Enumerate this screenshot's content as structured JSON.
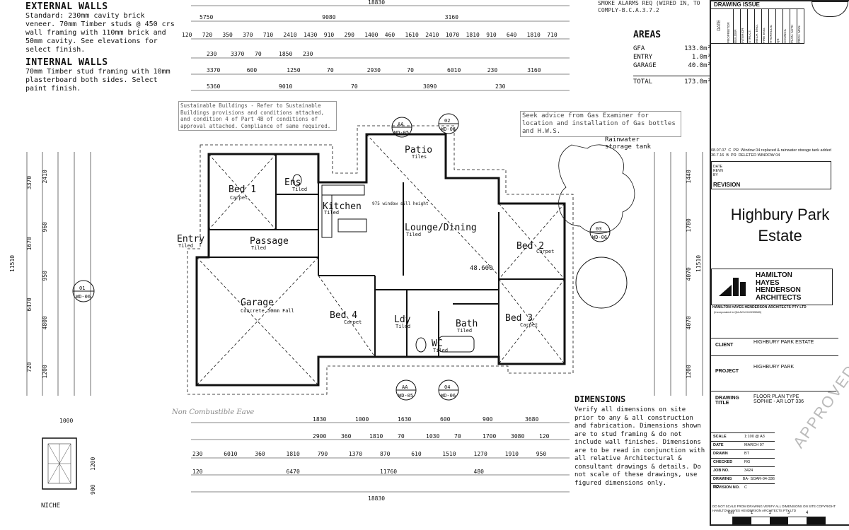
{
  "notes": {
    "external_title": "EXTERNAL WALLS",
    "external_text": "Standard: 230mm cavity brick veneer. 70mm Timber studs @ 450 crs wall framing with 110mm brick and 50mm cavity. See elevations for select finish.",
    "internal_title": "INTERNAL WALLS",
    "internal_text": "70mm Timber stud framing with 10mm plasterboard both sides. Select paint finish.",
    "smoke": "SMOKE ALARMS REQ (WIRED IN, TO COMPLY-B.C.A.3.7.2",
    "sustainable": "Sustainable Buildings - Refer to Sustainable Buildings provisions and conditions attached, and condition 4 of Part 4B of conditions of approval attached. Compliance of same required.",
    "gas": "Seek advice from Gas Examiner for location and installation of Gas bottles and H.W.S.",
    "rainwater": "Rainwater storage tank",
    "non_combustible": "Non Combustible Eave",
    "niche": "NICHE",
    "window_sill": "975 window sill height"
  },
  "areas": {
    "title": "AREAS",
    "rows": [
      {
        "label": "GFA",
        "value": "133.0m²"
      },
      {
        "label": "ENTRY",
        "value": "1.0m²"
      },
      {
        "label": "GARAGE",
        "value": "40.0m²"
      },
      {
        "label": "TOTAL",
        "value": "173.0m²"
      }
    ]
  },
  "dimensions_note": {
    "title": "DIMENSIONS",
    "text": "Verify all dimensions on site prior to any & all construction and fabrication. Dimensions shown are to stud framing & do not include wall finishes. Dimensions are to be read in conjunction with all relative Architectural & consultant drawings & details. Do not scale of these drawings, use figured dimensions only."
  },
  "rooms": [
    {
      "name": "Bed 1",
      "sub": "Carpet"
    },
    {
      "name": "Ens",
      "sub": "Tiled"
    },
    {
      "name": "Kitchen",
      "sub": "Tiled"
    },
    {
      "name": "Patio",
      "sub": "Tiles"
    },
    {
      "name": "Lounge/Dining",
      "sub": "Tiled"
    },
    {
      "name": "Bed 2",
      "sub": "Carpet"
    },
    {
      "name": "Entry",
      "sub": "Tiled"
    },
    {
      "name": "Passage",
      "sub": "Tiled"
    },
    {
      "name": "Garage",
      "sub": "Concrete 50mm Fall"
    },
    {
      "name": "Bed 4",
      "sub": "Carpet"
    },
    {
      "name": "Ldy",
      "sub": "Tiled"
    },
    {
      "name": "Bath",
      "sub": "Tiled"
    },
    {
      "name": "WC",
      "sub": "Tiled"
    },
    {
      "name": "Bed 3",
      "sub": "Carpet"
    }
  ],
  "level": "48.600",
  "dims": {
    "overall": "18830",
    "top": [
      "5750",
      "9080",
      "3160"
    ],
    "row2": [
      "120",
      "720",
      "350",
      "370",
      "710",
      "2410",
      "1430",
      "910",
      "290",
      "1400",
      "460",
      "1610",
      "2410",
      "1070",
      "1810",
      "910",
      "640",
      "1810",
      "710"
    ],
    "row3": [
      "230",
      "3370",
      "70",
      "1850",
      "230"
    ],
    "row4": [
      "3370",
      "600",
      "1250",
      "70",
      "2930",
      "70",
      "6010",
      "230",
      "3160"
    ],
    "row5": [
      "5360",
      "9010",
      "70",
      "3090",
      "230"
    ],
    "bottom1": [
      "1830",
      "1000",
      "1630",
      "600",
      "900",
      "3680"
    ],
    "bottom2": [
      "2900",
      "360",
      "1810",
      "70",
      "1030",
      "70",
      "1700",
      "3080",
      "120"
    ],
    "bottom3": [
      "230",
      "6010",
      "360",
      "1810",
      "790",
      "1370",
      "870",
      "610",
      "1510",
      "1270",
      "1910",
      "950"
    ],
    "bottom4": [
      "120",
      "6470",
      "11760",
      "480"
    ],
    "left_outer": "11510",
    "left_dims": [
      "3370",
      "1670",
      "6470",
      "720"
    ],
    "left_inner": [
      "2410",
      "960",
      "950",
      "4800",
      "1200"
    ],
    "right_outer": "11510",
    "right_dims": [
      "1440",
      "1780",
      "4070",
      "4070",
      "1200"
    ],
    "niche_w": "1000",
    "niche_h": [
      "1200",
      "900"
    ]
  },
  "sections": [
    {
      "id": "AA",
      "sheet": "WD-05"
    },
    {
      "id": "02",
      "sheet": "WD-06"
    },
    {
      "id": "01",
      "sheet": "WD-06"
    },
    {
      "id": "03",
      "sheet": "WD-06"
    },
    {
      "id": "AA",
      "sheet": "WD-05"
    },
    {
      "id": "04",
      "sheet": "WD-06"
    }
  ],
  "title_block": {
    "drawing_issue": "DRAWING ISSUE",
    "date_label": "DATE",
    "issue_cols": [
      "PROPRIETOR",
      "BUILDER",
      "INTERIOR",
      "STRUCT.",
      "MECH. ENG.",
      "FIRE ENG.",
      "HYDRAULIC",
      "QS",
      "COUNCIL",
      "PLAN. AUTH",
      "PROJ. MAN."
    ],
    "revisions": [
      {
        "date": "08.07.07",
        "rev": "C",
        "by": "PR",
        "desc": "Window 04 replaced & rainwater storage tank added"
      },
      {
        "date": "30.7.16",
        "rev": "B",
        "by": "PR",
        "desc": "DELETED WINDOW 04"
      }
    ],
    "revision_label": "REVISION",
    "rev_cols": [
      "DATE",
      "REVN",
      "BY"
    ],
    "project_name": "Highbury Park Estate",
    "firm": [
      "HAMILTON",
      "HAYES",
      "HENDERSON",
      "ARCHITECTS"
    ],
    "firm_full": "HAMILTON HAYES HENDERSON ARCHITECTS PTY LTD",
    "firm_incorp": "(Incorporated in Qld ACN 010209080)",
    "fields": [
      {
        "label": "CLIENT",
        "value": "HIGHBURY PARK ESTATE"
      },
      {
        "label": "PROJECT",
        "value": "HIGHBURY PARK"
      },
      {
        "label": "DRAWING TITLE",
        "value": "FLOOR PLAN TYPE SOPHIE - AR LOT 336"
      }
    ],
    "meta": [
      {
        "label": "SCALE",
        "value": "1:100 @ A3"
      },
      {
        "label": "DATE",
        "value": "MARCH 07"
      },
      {
        "label": "DRAWN",
        "value": "BT"
      },
      {
        "label": "CHECKED",
        "value": "RG"
      },
      {
        "label": "JOB NO.",
        "value": "3424"
      },
      {
        "label": "DRAWING NO.",
        "value": "BA- SOAR-04-336"
      },
      {
        "label": "REVISION NO.",
        "value": "C"
      }
    ],
    "disclaimer": "DO NOT SCALE FROM DRAWING VERIFY ALL DIMENSIONS ON SITE COPYRIGHT HAMILTON HAYES HENDERSON ARCHITECTS PTY LTD",
    "scale_labels": [
      "0m",
      "1",
      "2",
      "3",
      "4"
    ],
    "stamp": "APPROVED"
  },
  "colors": {
    "line": "#111111",
    "stamp": "#b5b5b5",
    "paper": "#ffffff"
  }
}
